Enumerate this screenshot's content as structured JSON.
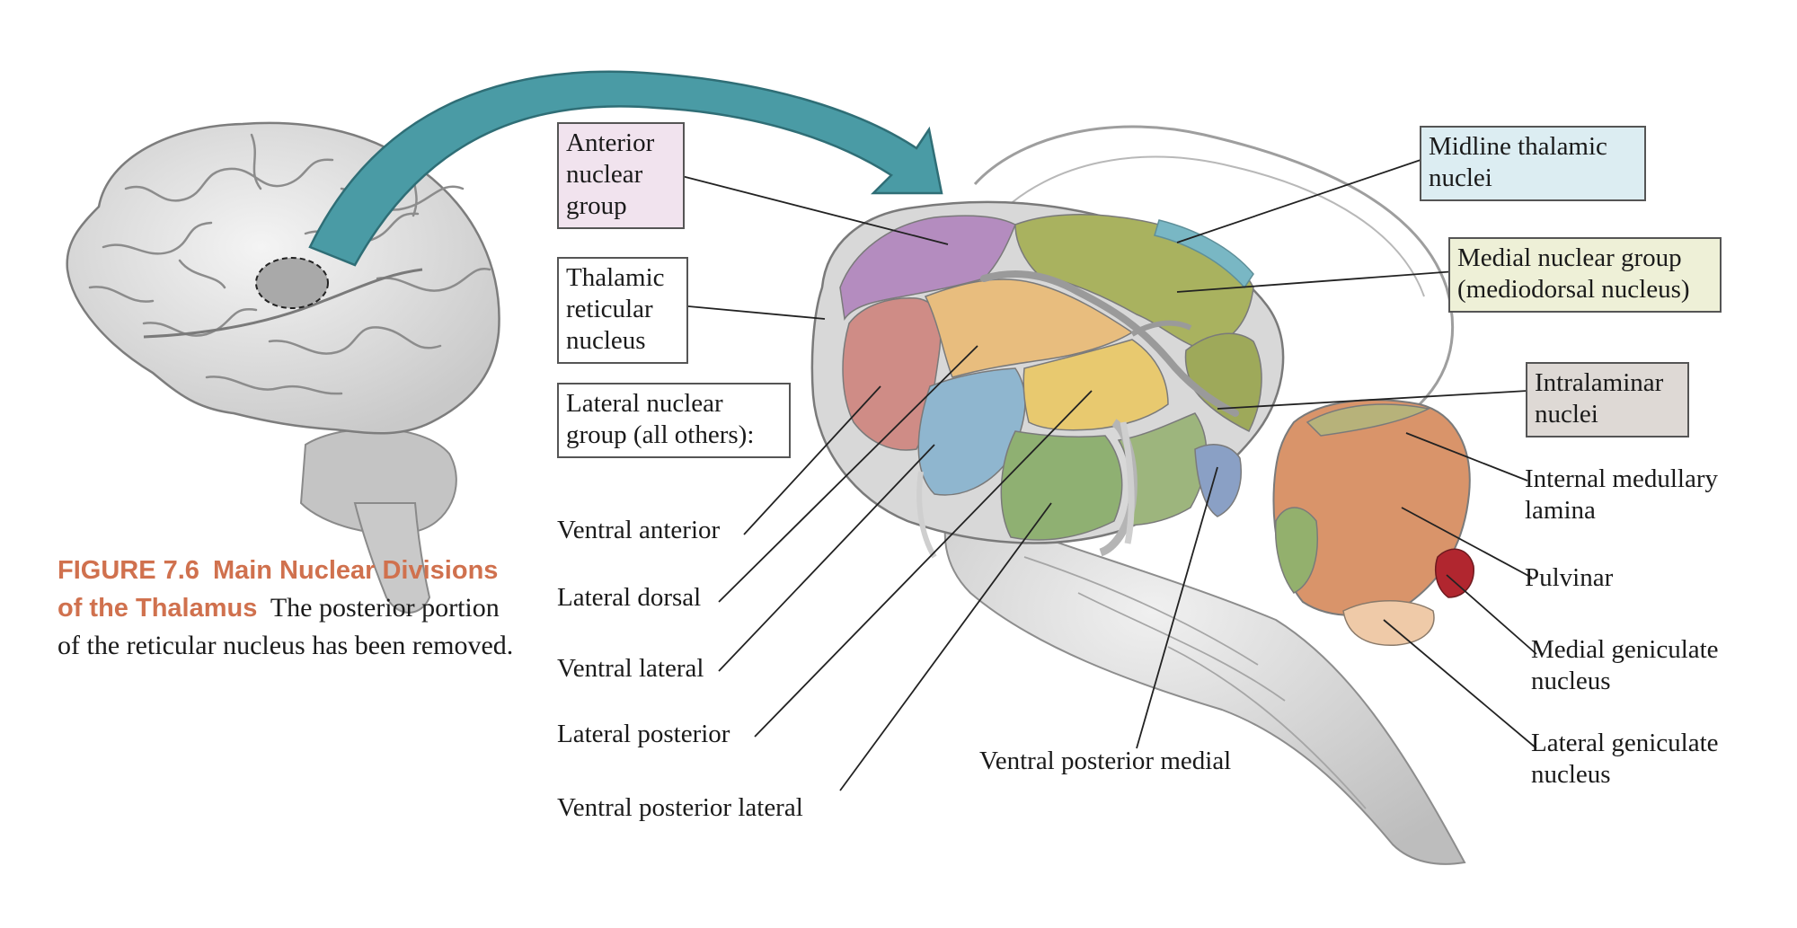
{
  "caption": {
    "figure_label": "FIGURE 7.6",
    "title": "Main Nuclear Divisions of the Thalamus",
    "text": "The posterior portion of the reticular nucleus has been removed."
  },
  "boxed_labels": {
    "anterior": "Anterior\nnuclear\ngroup",
    "reticular": "Thalamic\nreticular\nnucleus",
    "lateral_group": "Lateral nuclear\ngroup (all others):",
    "midline": "Midline thalamic\nnuclei",
    "medial": "Medial nuclear group\n(mediodorsal nucleus)",
    "intralaminar": "Intralaminar\nnuclei"
  },
  "lateral_labels": {
    "ventral_anterior": "Ventral anterior",
    "lateral_dorsal": "Lateral dorsal",
    "ventral_lateral": "Ventral lateral",
    "lateral_posterior": "Lateral posterior",
    "ventral_posterior_lateral": "Ventral posterior lateral",
    "ventral_posterior_medial": "Ventral posterior medial"
  },
  "right_labels": {
    "internal_medullary": "Internal medullary\nlamina",
    "pulvinar": "Pulvinar",
    "medial_geniculate": "Medial geniculate\nnucleus",
    "lateral_geniculate": "Lateral geniculate\nnucleus"
  },
  "colors": {
    "anterior_fill": "#b48cbf",
    "anterior_box": "#f1e3ee",
    "midline_fill": "#79b7c4",
    "midline_box": "#dcedf2",
    "medial_fill": "#a9b25f",
    "medial_box": "#eef0d7",
    "intralaminar_box": "#ded9d5",
    "ventral_anterior_fill": "#cf8c86",
    "lateral_dorsal_fill": "#e8bd7e",
    "ventral_lateral_fill": "#8fb6cf",
    "lateral_posterior_fill": "#e8c96f",
    "ventral_posterior_lateral_fill": "#8fb072",
    "ventral_posterior_medial_fill": "#8aa0c5",
    "pulvinar_fill": "#d9946a",
    "medial_geniculate_fill": "#b1262f",
    "lateral_geniculate_fill": "#efcaa8",
    "arrow": "#4a9ba5",
    "caption_accent": "#d0714e"
  }
}
